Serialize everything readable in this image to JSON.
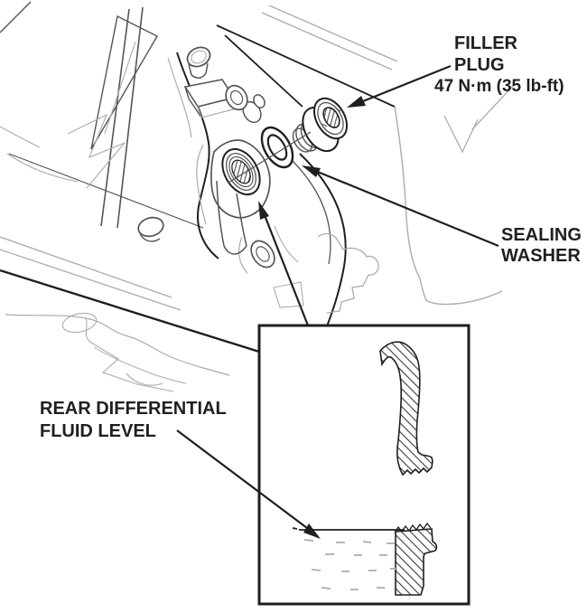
{
  "diagram": {
    "labels": {
      "filler_plug": {
        "line1": "FILLER",
        "line2": "PLUG",
        "torque": "47 N·m (35 lb-ft)"
      },
      "sealing_washer": {
        "line1": "SEALING",
        "line2": "WASHER"
      },
      "fluid_level": {
        "line1": "REAR DIFFERENTIAL",
        "line2": "FLUID LEVEL"
      }
    },
    "colors": {
      "ink": "#1f1f1f",
      "medium": "#555555",
      "light": "#ababab",
      "bg": "#ffffff"
    }
  }
}
